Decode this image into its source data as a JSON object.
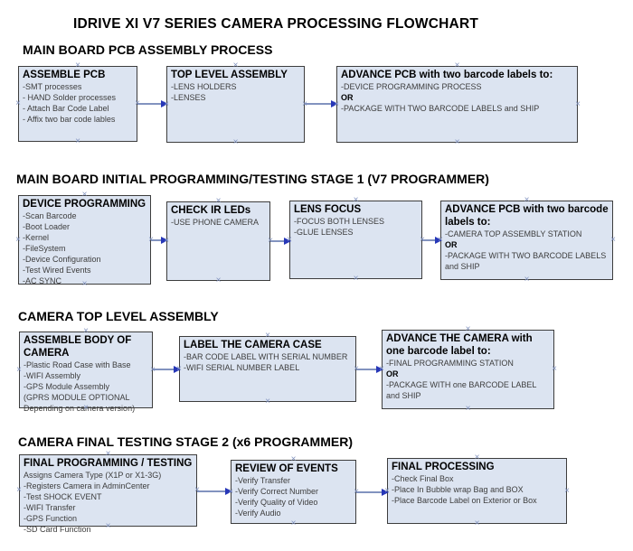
{
  "title": "IDRIVE XI V7 SERIES CAMERA PROCESSING FLOWCHART",
  "colors": {
    "box_fill": "#dce4f1",
    "box_border": "#3d3d3d",
    "connector_line": "#8293bf",
    "connector_arrowhead": "#2737b8",
    "body_text": "#3d3d3d"
  },
  "icons": {
    "connection_point": "×"
  },
  "sections": [
    {
      "heading": "MAIN BOARD PCB ASSEMBLY PROCESS",
      "boxes": [
        {
          "title": "ASSEMBLE PCB",
          "items": [
            "-SMT processes",
            "- HAND Solder processes",
            "- Attach Bar Code Label",
            "- Affix two bar code lables"
          ]
        },
        {
          "title": "TOP LEVEL ASSEMBLY",
          "items": [
            "-LENS HOLDERS",
            "-LENSES"
          ]
        },
        {
          "title": "ADVANCE PCB with two barcode labels to:",
          "items": [
            "-DEVICE PROGRAMMING PROCESS",
            {
              "t": "OR",
              "b": true
            },
            "-PACKAGE WITH TWO BARCODE LABELS and SHIP"
          ]
        }
      ]
    },
    {
      "heading": "MAIN BOARD INITIAL PROGRAMMING/TESTING STAGE 1 (V7 PROGRAMMER)",
      "boxes": [
        {
          "title": "DEVICE PROGRAMMING",
          "items": [
            "-Scan Barcode",
            "-Boot Loader",
            "-Kernel",
            "-FileSystem",
            "-Device Configuration",
            "-Test Wired Events",
            "-AC SYNC"
          ]
        },
        {
          "title": "CHECK IR LEDs",
          "items": [
            "-USE PHONE CAMERA"
          ]
        },
        {
          "title": "LENS FOCUS",
          "items": [
            "-FOCUS BOTH LENSES",
            "-GLUE LENSES"
          ]
        },
        {
          "title": "ADVANCE PCB with two barcode labels to:",
          "items": [
            "-CAMERA TOP ASSEMBLY STATION",
            {
              "t": "OR",
              "b": true
            },
            "-PACKAGE WITH TWO BARCODE LABELS and SHIP"
          ]
        }
      ]
    },
    {
      "heading": "CAMERA TOP LEVEL ASSEMBLY",
      "boxes": [
        {
          "title": "ASSEMBLE BODY OF CAMERA",
          "items": [
            "-Plastic Road Case with Base",
            "-WIFI Assembly",
            "-GPS Module Assembly",
            "(GPRS MODULE OPTIONAL",
            "Depending on camera version)"
          ]
        },
        {
          "title": "LABEL THE CAMERA CASE",
          "items": [
            "-BAR CODE LABEL WITH SERIAL NUMBER",
            "-WIFI SERIAL NUMBER LABEL"
          ]
        },
        {
          "title": "ADVANCE THE CAMERA with one barcode label to:",
          "items": [
            "-FINAL PROGRAMMING STATION",
            {
              "t": "OR",
              "b": true
            },
            "-PACKAGE WITH one BARCODE LABEL and SHIP"
          ]
        }
      ]
    },
    {
      "heading": "CAMERA FINAL TESTING STAGE 2 (x6 PROGRAMMER)",
      "boxes": [
        {
          "title": "FINAL PROGRAMMING / TESTING",
          "items": [
            "Assigns Camera Type (X1P or X1-3G)",
            "-Registers Camera in AdminCenter",
            "-Test SHOCK EVENT",
            "-WIFI Transfer",
            "-GPS Function",
            "-SD Card Function"
          ]
        },
        {
          "title": "REVIEW OF EVENTS",
          "items": [
            "-Verify Transfer",
            "-Verify Correct Number",
            "-Verify Quality of Video",
            "-Verify Audio"
          ]
        },
        {
          "title": "FINAL PROCESSING",
          "items": [
            "-Check Final Box",
            "-Place In Bubble wrap Bag and BOX",
            "-Place Barcode Label on Exterior or Box"
          ]
        }
      ]
    }
  ]
}
